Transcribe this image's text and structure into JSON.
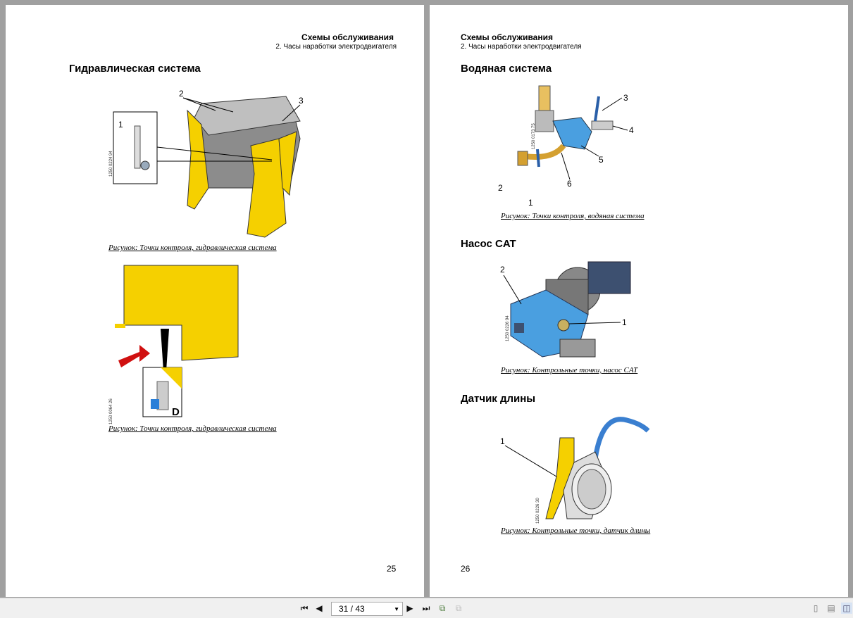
{
  "left_page": {
    "header_title": "Схемы обслуживания",
    "header_subtitle": "2. Часы наработки электродвигателя",
    "section_title": "Гидравлическая система",
    "figures": [
      {
        "code": "1250 0224 94",
        "labels": [
          "1",
          "2",
          "3"
        ],
        "caption": "Рисунок: Точки контроля, гидравлическая система"
      },
      {
        "code": "1250 0064 26",
        "labels": [
          "D"
        ],
        "caption": "Рисунок: Точки контроля, гидравлическая система"
      }
    ],
    "page_number": "25"
  },
  "right_page": {
    "header_title": "Схемы обслуживания",
    "header_subtitle": "2. Часы наработки электродвигателя",
    "sections": [
      {
        "title": "Водяная система",
        "code": "1250 0173 75",
        "labels": [
          "1",
          "2",
          "3",
          "4",
          "5",
          "6"
        ],
        "caption": "Рисунок: Точки контроля, водяная система"
      },
      {
        "title": "Насос CAT",
        "code": "1250 0226 94",
        "labels": [
          "1",
          "2"
        ],
        "caption": "Рисунок: Контрольные точки, насос CAT"
      },
      {
        "title": "Датчик длины",
        "code": "1250 0226 30",
        "labels": [
          "1"
        ],
        "caption": "Рисунок: Контрольные точки, датчик длины"
      }
    ],
    "page_number": "26"
  },
  "toolbar": {
    "page_indicator": "31 / 43",
    "icons": [
      "first-page-icon",
      "prev-page-icon",
      "next-page-icon",
      "last-page-icon",
      "go-back-view-icon",
      "go-forward-view-icon",
      "single-page-view-icon",
      "continuous-view-icon",
      "two-page-view-icon"
    ]
  },
  "colors": {
    "yellow": "#f5d000",
    "blue": "#4a9fe0",
    "background": "#a0a0a0"
  }
}
